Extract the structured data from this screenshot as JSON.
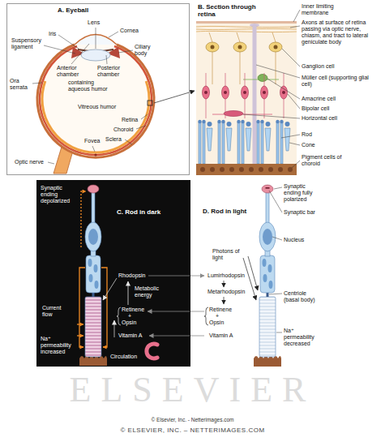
{
  "diagram": {
    "nodes": [
      {
        "text": [
          "A. Eyeball"
        ]
      },
      {
        "text": [
          "C. Rod in dark"
        ]
      }
    ],
    "labels": [
      "Lens",
      "Iris",
      "Cornea",
      "Suspensory ligament",
      "Ciliary body",
      "Anterior chamber",
      "Posterior chamber",
      "containing aqueous humor",
      "Ora serrata",
      "Vitreous humor",
      "Retina",
      "Choroid",
      "Fovea",
      "Sclera",
      "Optic nerve",
      "B. Section through retina",
      "Inner limiting membrane",
      "Axons at surface of retina passing via optic nerve, chiasm, and tract to lateral geniculate body",
      "Ganglion cell",
      "Müller cell (supporting glial cell)",
      "Amacrine cell",
      "Bipolar cell",
      "Horizontal cell",
      "Rod",
      "Cone",
      "Pigment cells of choroid",
      "Synaptic ending depolarized",
      "Rhodopsin",
      "Metabolic energy",
      "Retinene",
      "+",
      "Opsin",
      "Vitamin A",
      "Current flow",
      "Na⁺ permeability increased",
      "Circulation",
      "D. Rod in light",
      "Synaptic ending fully polarized",
      "Synaptic bar",
      "Nucleus",
      "Photons of light",
      "Lumirhodopsin",
      "Metarhodopsin",
      "Retinene",
      "+",
      "Opsin",
      "Vitamin A",
      "Centriole (basal body)",
      "Na⁺ permeability decreased",
      "© Elsevier, Inc. - Netterimages.com",
      "© ELSEVIER, INC. – NETTERIMAGES.COM",
      "ELSEVIER"
    ]
  }
}
